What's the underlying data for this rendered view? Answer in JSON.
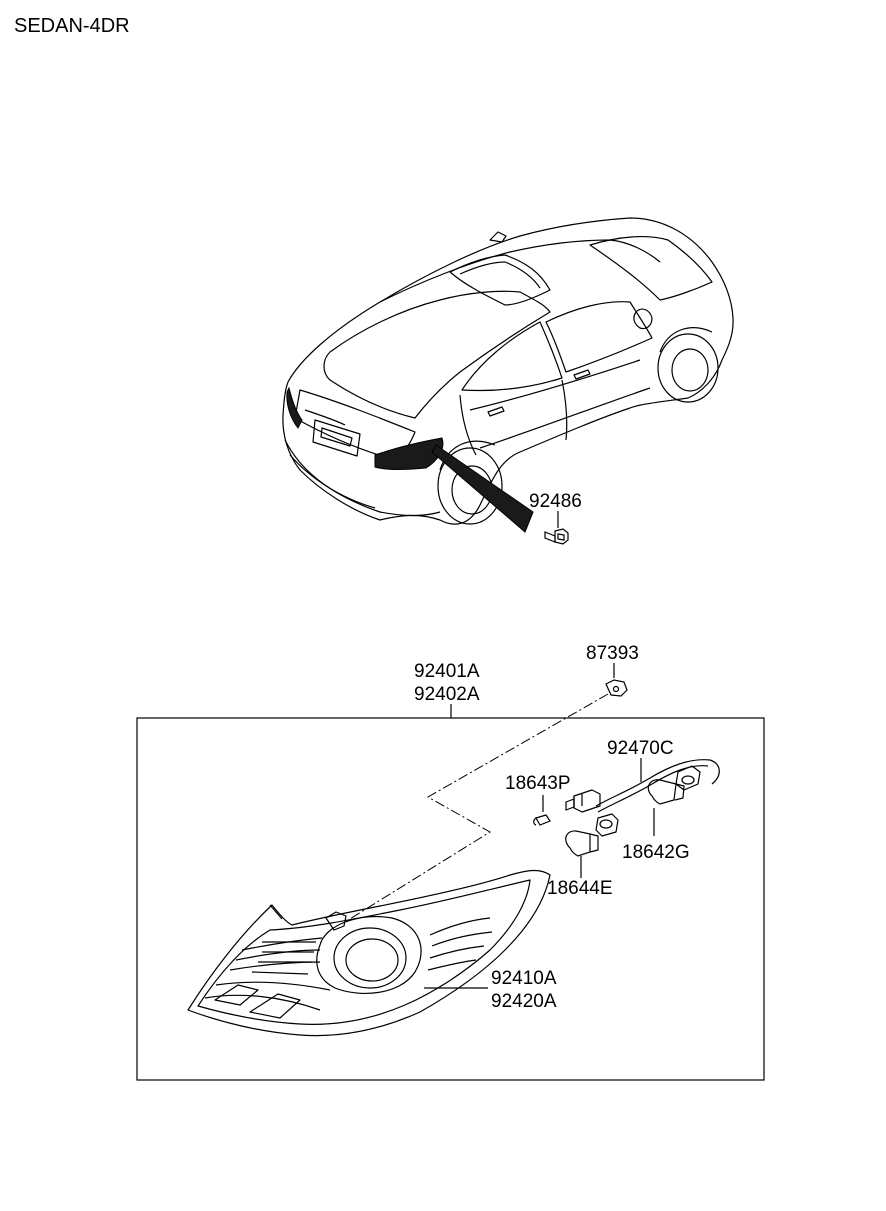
{
  "diagram": {
    "variant": "SEDAN-4DR",
    "parts": [
      {
        "callout": "92486",
        "item": "screw"
      },
      {
        "callout": "87393",
        "item": "nut"
      },
      {
        "callout": "92401A",
        "callout2": "92402A",
        "item": "rear-combination-lamp-assembly"
      },
      {
        "callout": "92470C",
        "item": "wiring-harness"
      },
      {
        "callout": "18643P",
        "item": "bulb-small"
      },
      {
        "callout": "18642G",
        "item": "bulb"
      },
      {
        "callout": "18644E",
        "item": "bulb"
      },
      {
        "callout": "92410A",
        "callout2": "92420A",
        "item": "lamp-lens-housing"
      }
    ]
  }
}
